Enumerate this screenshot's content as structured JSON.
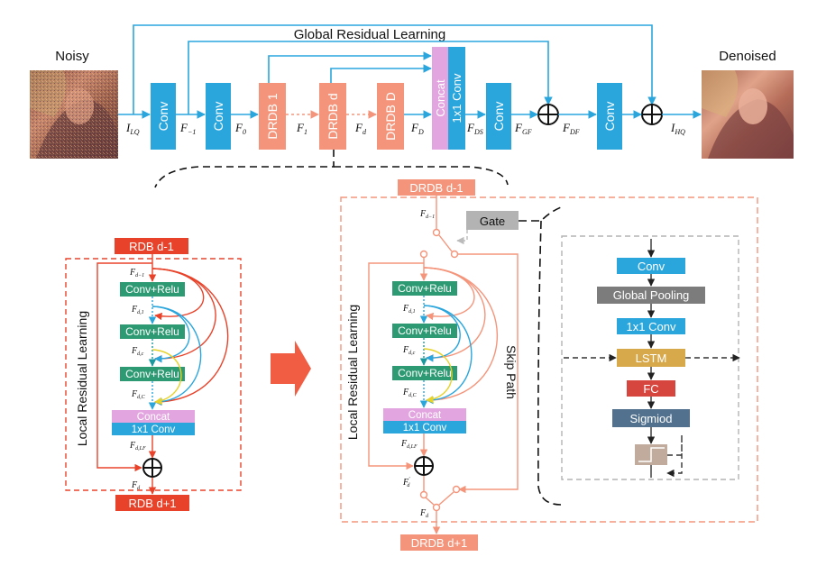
{
  "top": {
    "title": "Global Residual Learning",
    "noisy_label": "Noisy",
    "denoised_label": "Denoised",
    "conv": "Conv",
    "drdb_1": "DRDB 1",
    "drdb_d": "DRDB d",
    "drdb_D": "DRDB D",
    "concat": "Concat",
    "conv1x1": "1x1 Conv",
    "sym_ILQ": "I",
    "sym_ILQ_sub": "LQ",
    "sym_F_1": "F",
    "sym_F_1_sub": "−1",
    "sym_F0": "F",
    "sym_F0_sub": "0",
    "sym_F1": "F",
    "sym_F1_sub": "1",
    "sym_Fd": "F",
    "sym_Fd_sub": "d",
    "sym_FD": "F",
    "sym_FD_sub": "D",
    "sym_FDS": "F",
    "sym_FDS_sub": "DS",
    "sym_FGF": "F",
    "sym_FGF_sub": "GF",
    "sym_FDF": "F",
    "sym_FDF_sub": "DF",
    "sym_IHQ": "I",
    "sym_IHQ_sub": "HQ"
  },
  "rdb": {
    "input": "RDB d-1",
    "output": "RDB d+1",
    "conv_relu": "Conv+Relu",
    "concat": "Concat",
    "conv1x1": "1x1 Conv",
    "side_label": "Local Residual Learning",
    "f_in": "F",
    "f_in_sub": "d−1",
    "f_d1": "F",
    "f_d1_sub": "d,1",
    "f_dc": "F",
    "f_dc_sub": "d,c",
    "f_dC": "F",
    "f_dC_sub": "d,C",
    "f_dLF": "F",
    "f_dLF_sub": "d,LF",
    "f_out": "F",
    "f_out_sub": "d"
  },
  "drdb": {
    "input": "DRDB d-1",
    "output": "DRDB d+1",
    "gate": "Gate",
    "skip_label": "Skip Path",
    "side_label": "Local Residual Learning",
    "conv_relu": "Conv+Relu",
    "concat": "Concat",
    "conv1x1": "1x1 Conv",
    "f_in": "F",
    "f_in_sub": "d−1",
    "f_d1": "F",
    "f_d1_sub": "d,1",
    "f_dc": "F",
    "f_dc_sub": "d,c",
    "f_dC": "F",
    "f_dC_sub": "d,C",
    "f_dLF": "F",
    "f_dLF_sub": "d,LF",
    "f_out_prime": "F",
    "f_out_prime_sub": "d",
    "f_out_prime_sup": "'",
    "f_out": "F",
    "f_out_sub": "d"
  },
  "gate": {
    "conv": "Conv",
    "global_pooling": "Global Pooling",
    "conv1x1": "1x1 Conv",
    "lstm": "LSTM",
    "fc": "FC",
    "sigmoid": "Sigmiod"
  },
  "colors": {
    "conv_blue": "#2aa6dd",
    "drdb_salmon": "#f4957b",
    "concat_pink": "#e3a5e0",
    "rdb_red": "#e8432a",
    "conv_relu_green": "#2e9a73",
    "gray_gate": "#b3b3b3",
    "global_pool_gray": "#7c7c7c",
    "lstm_gold": "#d8a94a",
    "fc_red": "#d6463f",
    "sigmoid_slate": "#51718e",
    "step_tan": "#c0ab9d"
  }
}
